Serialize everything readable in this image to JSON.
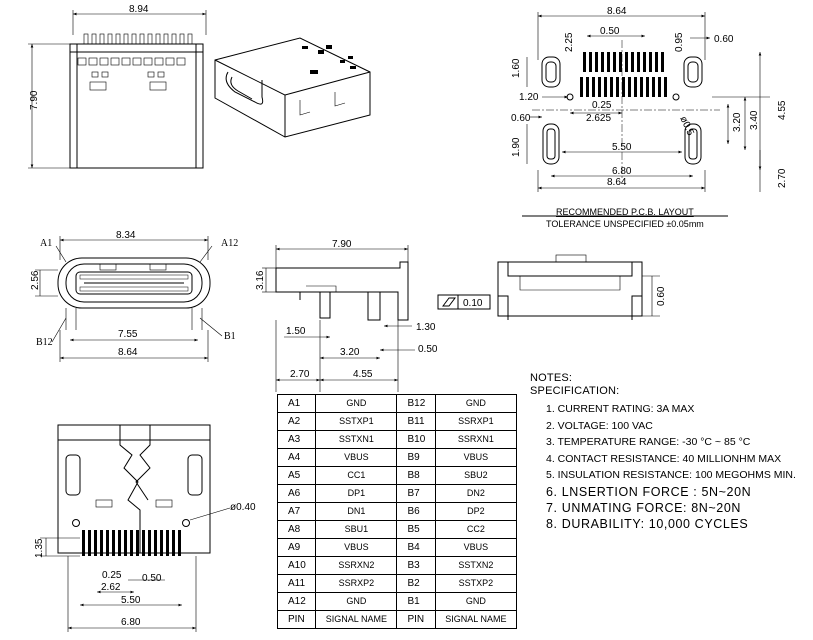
{
  "top_view": {
    "width_dim": "8.94",
    "height_dim": "7.90"
  },
  "pcb_layout": {
    "dims": {
      "overall_top": "8.64",
      "pitch_outer": "0.50",
      "pad_depth": "2.25",
      "pad_width": "0.95",
      "slot_gap": "0.60",
      "slot_height": "1.60",
      "offset_left": "1.20",
      "pad_small": "0.25",
      "pad_span": "2.625",
      "slot_left": "0.60",
      "drill": "ø0.5",
      "height_right": "4.55",
      "mid_height": "3.40",
      "inner_height": "3.20",
      "lower_slot": "1.90",
      "center_span": "5.50",
      "lower_span": "6.80",
      "overall_bottom": "8.64",
      "lower_offset": "2.70"
    },
    "title": "RECOMMENDED  P.C.B. LAYOUT",
    "tolerance": "TOLERANCE  UNSPECIFIED  ±0.05mm"
  },
  "front_view": {
    "width_top": "8.34",
    "height_left": "2.56",
    "inner_width": "7.55",
    "width_bottom": "8.64",
    "labels": {
      "a1": "A1",
      "a12": "A12",
      "b12": "B12",
      "b1": "B1"
    }
  },
  "side_view": {
    "length_top": "7.90",
    "height_left": "3.16",
    "d1": "1.50",
    "d2": "1.30",
    "d3": "3.20",
    "d4": "0.50",
    "d5": "2.70",
    "d6": "4.55"
  },
  "flatness": {
    "value": "0.10",
    "gap": "0.60"
  },
  "bottom_view": {
    "pad_height": "1.35",
    "hole": "ø0.40",
    "pitch": "0.25",
    "pitch2": "0.50",
    "span1": "2.62",
    "span2": "5.50",
    "span3": "6.80"
  },
  "pin_table": {
    "rows": [
      {
        "a": "A1",
        "as": "GND",
        "b": "B12",
        "bs": "GND"
      },
      {
        "a": "A2",
        "as": "SSTXP1",
        "b": "B11",
        "bs": "SSRXP1"
      },
      {
        "a": "A3",
        "as": "SSTXN1",
        "b": "B10",
        "bs": "SSRXN1"
      },
      {
        "a": "A4",
        "as": "VBUS",
        "b": "B9",
        "bs": "VBUS"
      },
      {
        "a": "A5",
        "as": "CC1",
        "b": "B8",
        "bs": "SBU2"
      },
      {
        "a": "A6",
        "as": "DP1",
        "b": "B7",
        "bs": "DN2"
      },
      {
        "a": "A7",
        "as": "DN1",
        "b": "B6",
        "bs": "DP2"
      },
      {
        "a": "A8",
        "as": "SBU1",
        "b": "B5",
        "bs": "CC2"
      },
      {
        "a": "A9",
        "as": "VBUS",
        "b": "B4",
        "bs": "VBUS"
      },
      {
        "a": "A10",
        "as": "SSRXN2",
        "b": "B3",
        "bs": "SSTXN2"
      },
      {
        "a": "A11",
        "as": "SSRXP2",
        "b": "B2",
        "bs": "SSTXP2"
      },
      {
        "a": "A12",
        "as": "GND",
        "b": "B1",
        "bs": "GND"
      }
    ],
    "header": {
      "pin": "PIN",
      "signal": "SIGNAL NAME"
    }
  },
  "notes": {
    "title": "NOTES:",
    "subtitle": "SPECIFICATION:",
    "items": [
      "1. CURRENT RATING: 3A MAX",
      "2. VOLTAGE: 100 VAC",
      "3. TEMPERATURE RANGE: -30 °C ~ 85 °C",
      "4. CONTACT RESISTANCE: 40 MILLIONHM MAX",
      "5. INSULATION RESISTANCE: 100 MEGOHMS MIN.",
      "6. LNSERTION FORCE : 5N~20N",
      "7. UNMATING FORCE: 8N~20N",
      "8. DURABILITY:    10,000 CYCLES"
    ]
  }
}
